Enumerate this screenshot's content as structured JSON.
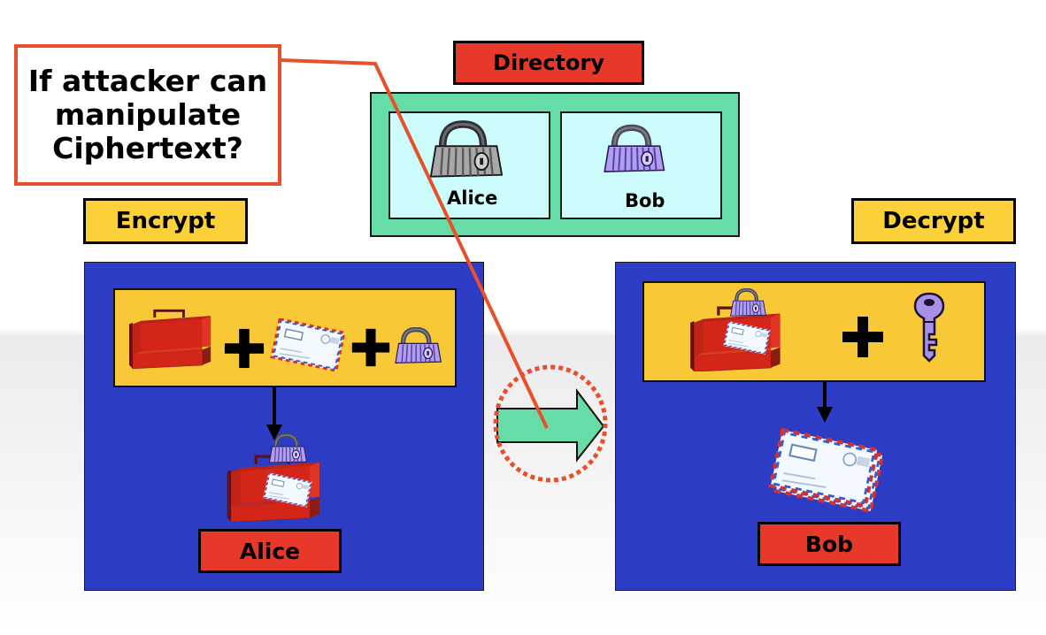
{
  "question": "If attacker can manipulate Ciphertext?",
  "directory": {
    "title": "Directory",
    "entries": [
      {
        "name": "Alice",
        "lock_icon": "padlock-gray-icon"
      },
      {
        "name": "Bob",
        "lock_icon": "padlock-purple-icon"
      }
    ]
  },
  "encrypt": {
    "title": "Encrypt",
    "inputs": [
      "toolbox-icon",
      "plus-icon",
      "envelope-icon",
      "plus-icon",
      "padlock-purple-icon"
    ],
    "output_icon": "locked-toolbox-icon",
    "sender": "Alice"
  },
  "decrypt": {
    "title": "Decrypt",
    "inputs": [
      "locked-toolbox-icon",
      "plus-icon",
      "key-icon"
    ],
    "output_icon": "envelope-icon",
    "recipient": "Bob"
  },
  "channel_icon": "arrow-right-icon",
  "colors": {
    "panel": "#2c3cc4",
    "strip": "#f8c836",
    "label_yellow": "#fcd038",
    "label_red": "#e8382a",
    "directory_frame": "#66dda6",
    "directory_cell": "#ccfcfc",
    "attack_line": "#e8502c",
    "arrow": "#66dda6",
    "toolbox": "#d02418"
  }
}
